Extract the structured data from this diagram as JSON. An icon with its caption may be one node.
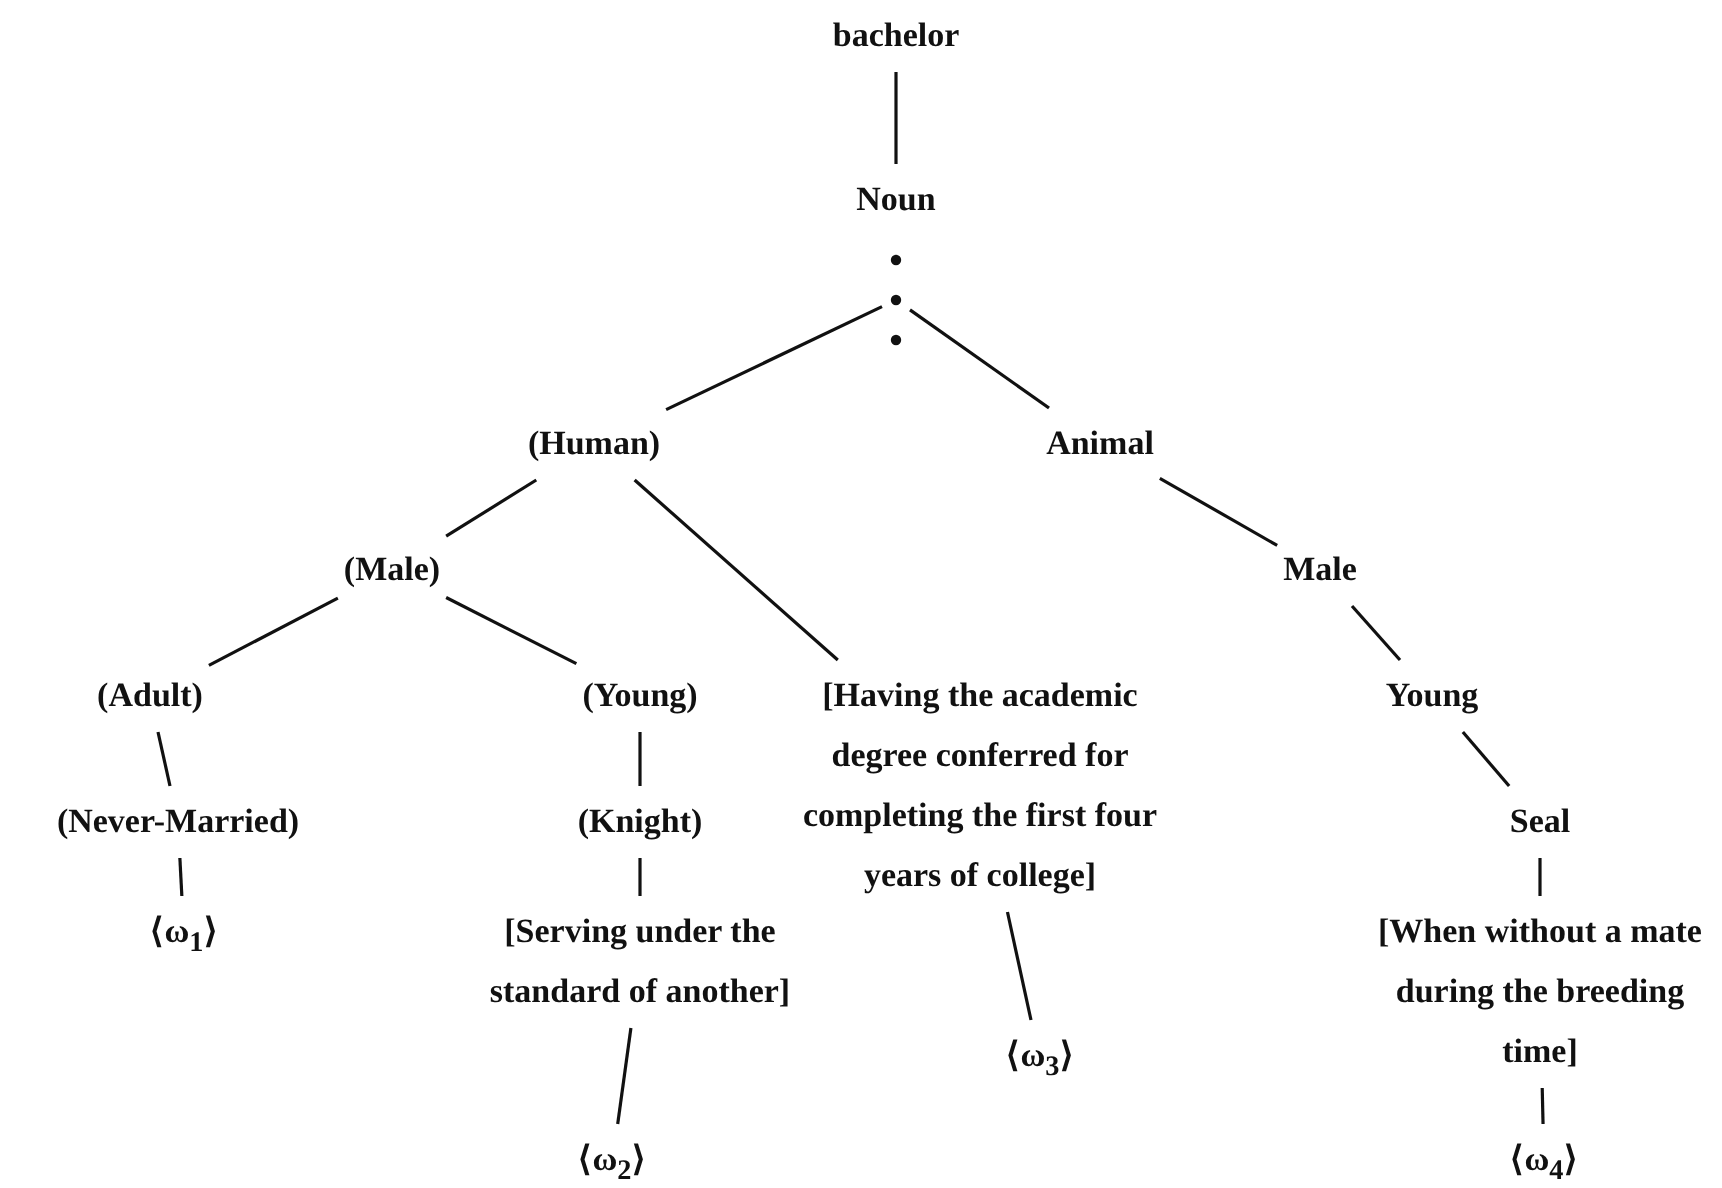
{
  "diagram": {
    "nodes": [
      {
        "text": [
          "bachelor"
        ]
      },
      {
        "text": [
          "Noun"
        ]
      },
      {
        "text": [],
        "shape": "dots"
      },
      {
        "text": [
          "(Human)"
        ]
      },
      {
        "text": [
          "Animal"
        ]
      },
      {
        "text": [
          "(Male)"
        ]
      },
      {
        "text": [
          "Male"
        ]
      },
      {
        "text": [
          "(Adult)"
        ]
      },
      {
        "text": [
          "(Young)"
        ]
      },
      {
        "text": [
          "[Having the academic degree conferred for completing the first four years of college]"
        ]
      },
      {
        "text": [
          "Young"
        ]
      },
      {
        "text": [
          "(Never-Married)"
        ]
      },
      {
        "text": [
          "(Knight)"
        ]
      },
      {
        "text": [
          "⟨ω$_{1}$⟩"
        ]
      },
      {
        "text": [
          "[Serving under the standard of another]"
        ]
      },
      {
        "text": [
          "⟨ω$_{3}$⟩"
        ]
      },
      {
        "text": [
          "Seal"
        ]
      },
      {
        "text": [
          "[When without a mate during the breeding time]"
        ]
      },
      {
        "text": [
          "⟨ω$_{2}$⟩"
        ]
      },
      {
        "text": [
          "⟨ω$_{4}$⟩"
        ]
      }
    ],
    "edges": [
      {
        "from": 0,
        "to": 1,
        "arrow": "none"
      },
      {
        "from": 2,
        "to": 3,
        "arrow": "none"
      },
      {
        "from": 2,
        "to": 4,
        "arrow": "none"
      },
      {
        "from": 3,
        "to": 5,
        "arrow": "none"
      },
      {
        "from": 3,
        "to": 9,
        "arrow": "none"
      },
      {
        "from": 4,
        "to": 6,
        "arrow": "none"
      },
      {
        "from": 5,
        "to": 7,
        "arrow": "none"
      },
      {
        "from": 5,
        "to": 8,
        "arrow": "none"
      },
      {
        "from": 6,
        "to": 10,
        "arrow": "none"
      },
      {
        "from": 7,
        "to": 11,
        "arrow": "none"
      },
      {
        "from": 8,
        "to": 12,
        "arrow": "none"
      },
      {
        "from": 10,
        "to": 16,
        "arrow": "none"
      },
      {
        "from": 11,
        "to": 13,
        "arrow": "none"
      },
      {
        "from": 12,
        "to": 14,
        "arrow": "none"
      },
      {
        "from": 14,
        "to": 18,
        "arrow": "none"
      },
      {
        "from": 9,
        "to": 15,
        "arrow": "none"
      },
      {
        "from": 16,
        "to": 17,
        "arrow": "none"
      },
      {
        "from": 17,
        "to": 19,
        "arrow": "none"
      }
    ]
  }
}
